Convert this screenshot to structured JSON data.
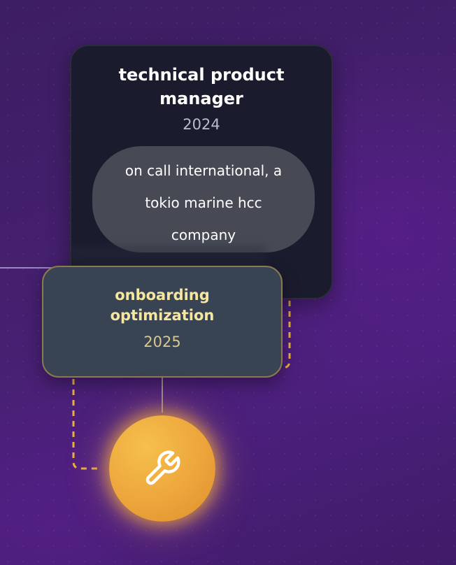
{
  "role_card": {
    "title": "technical product manager",
    "year": "2024",
    "company": "on call international, a tokio marine hcc company"
  },
  "project_card": {
    "title": "onboarding optimization",
    "year": "2025"
  },
  "skill_node": {
    "icon": "wrench-icon"
  },
  "colors": {
    "background": "#45206e",
    "role_card_bg": "#1b1b2e",
    "project_card_bg": "#384354",
    "project_card_border": "#8a7b4f",
    "project_title": "#f5e6a0",
    "connector_dashed": "#e8b13f",
    "orb": "#eda53c"
  }
}
